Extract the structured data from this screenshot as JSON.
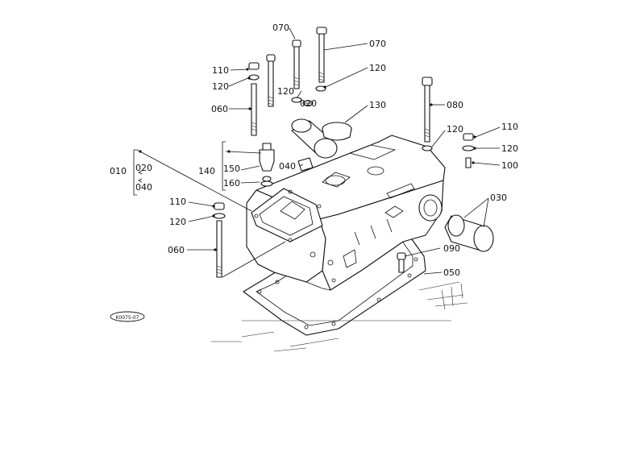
{
  "diagram": {
    "code_badge": "K0075-07",
    "callouts": [
      {
        "id": "c070a",
        "text": "070"
      },
      {
        "id": "c070b",
        "text": "070"
      },
      {
        "id": "c110a",
        "text": "110"
      },
      {
        "id": "c120a",
        "text": "120"
      },
      {
        "id": "c120b",
        "text": "120"
      },
      {
        "id": "c120c",
        "text": "120"
      },
      {
        "id": "c020a",
        "text": "020"
      },
      {
        "id": "c060a",
        "text": "060"
      },
      {
        "id": "c130",
        "text": "130"
      },
      {
        "id": "c080",
        "text": "080"
      },
      {
        "id": "c120d",
        "text": "120"
      },
      {
        "id": "c110b",
        "text": "110"
      },
      {
        "id": "c120e",
        "text": "120"
      },
      {
        "id": "c100",
        "text": "100"
      },
      {
        "id": "c010",
        "text": "010"
      },
      {
        "id": "c020b",
        "text": "020"
      },
      {
        "id": "c040a",
        "text": "040"
      },
      {
        "id": "c140",
        "text": "140"
      },
      {
        "id": "c150",
        "text": "150"
      },
      {
        "id": "c160",
        "text": "160"
      },
      {
        "id": "c040b",
        "text": "040"
      },
      {
        "id": "c030",
        "text": "030"
      },
      {
        "id": "c110c",
        "text": "110"
      },
      {
        "id": "c120f",
        "text": "120"
      },
      {
        "id": "c060b",
        "text": "060"
      },
      {
        "id": "c090",
        "text": "090"
      },
      {
        "id": "c050",
        "text": "050"
      }
    ]
  }
}
